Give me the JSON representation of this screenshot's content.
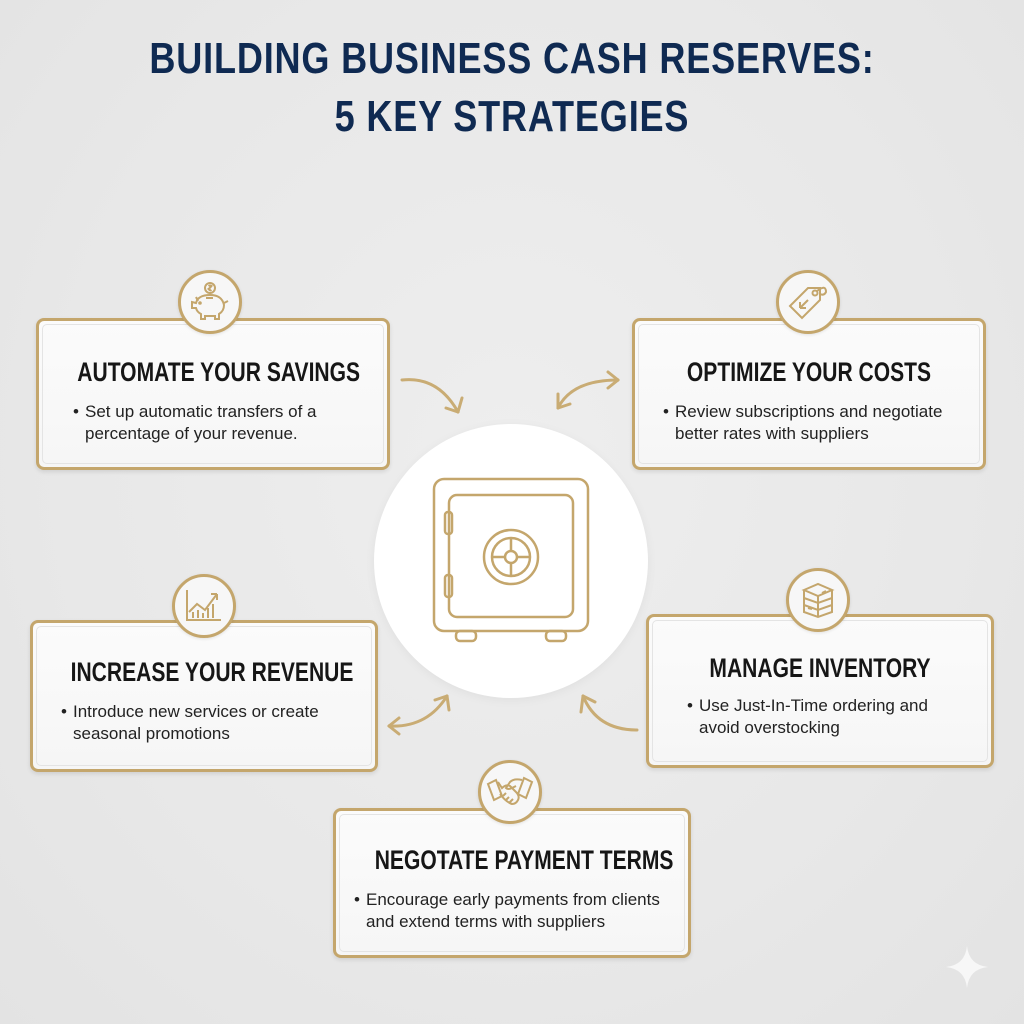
{
  "header": {
    "title_line1": "BUILDING BUSINESS CASH RESERVES:",
    "title_line2": "5 KEY STRATEGIES"
  },
  "colors": {
    "title": "#0f2a52",
    "accent_gold": "#c4a66c",
    "card_bg": "#f8f8f8",
    "page_bg": "#e9e9e9"
  },
  "center": {
    "icon": "safe-icon"
  },
  "strategies": [
    {
      "title": "AUTOMATE YOUR SAVINGS",
      "bullet": "•",
      "line1": "Set up automatic transfers of a",
      "line2": "percentage of your revenue.",
      "icon": "piggy-bank-icon"
    },
    {
      "title": "OPTIMIZE YOUR COSTS",
      "bullet": "•",
      "line1": "Review subscriptions and negotiate",
      "line2": "better rates with suppliers",
      "icon": "price-tag-icon"
    },
    {
      "title": "INCREASE YOUR REVENUE",
      "bullet": "•",
      "line1": "Introduce new services or create",
      "line2": "seasonal promotions",
      "icon": "growth-chart-icon"
    },
    {
      "title": "MANAGE INVENTORY",
      "bullet": "•",
      "line1": "Use Just-In-Time ordering and",
      "line2": "avoid overstocking",
      "icon": "boxes-icon"
    },
    {
      "title": "NEGOTATE PAYMENT TERMS",
      "bullet": "•",
      "line1": "Encourage early payments from clients",
      "line2": "and extend terms with suppliers",
      "icon": "handshake-icon"
    }
  ]
}
